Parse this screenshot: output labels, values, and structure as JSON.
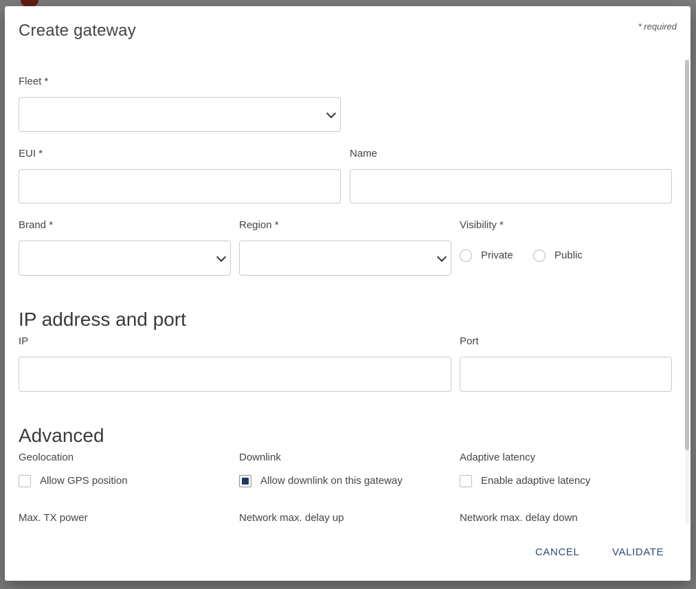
{
  "dialog": {
    "title": "Create gateway",
    "required_note": "* required"
  },
  "fleet": {
    "label": "Fleet *",
    "value": ""
  },
  "eui": {
    "label": "EUI *",
    "value": ""
  },
  "name": {
    "label": "Name",
    "value": ""
  },
  "brand": {
    "label": "Brand *",
    "value": ""
  },
  "region": {
    "label": "Region *",
    "value": ""
  },
  "visibility": {
    "label": "Visibility *",
    "options": [
      "Private",
      "Public"
    ],
    "selected": null
  },
  "ip_section": {
    "title": "IP address and port",
    "ip_label": "IP",
    "ip_value": "",
    "port_label": "Port",
    "port_value": ""
  },
  "advanced": {
    "title": "Advanced",
    "geolocation": {
      "label": "Geolocation",
      "option": "Allow GPS position",
      "checked": false
    },
    "downlink": {
      "label": "Downlink",
      "option": "Allow downlink on this gateway",
      "checked": true
    },
    "adaptive": {
      "label": "Adaptive latency",
      "option": "Enable adaptive latency",
      "checked": false
    },
    "max_tx_label": "Max. TX power",
    "delay_up_label": "Network max. delay up",
    "delay_down_label": "Network max. delay down"
  },
  "actions": {
    "cancel": "CANCEL",
    "validate": "VALIDATE"
  },
  "colors": {
    "accent": "#1f3864",
    "button_text": "#2c4a7a"
  }
}
